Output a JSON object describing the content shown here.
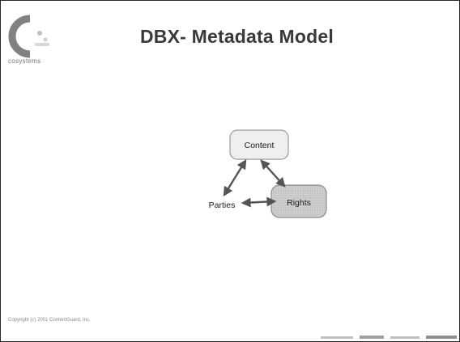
{
  "slide": {
    "title": "DBX- Metadata Model",
    "logo_text": "cosystems",
    "copyright": "Copyright (c) 2001 ContentGuard, Inc."
  },
  "diagram": {
    "nodes": {
      "content": {
        "label": "Content",
        "fill": "#efefef",
        "stroke": "#9a9a9a"
      },
      "rights": {
        "label": "Rights",
        "fill": "#cfcfcf",
        "stroke": "#8a8a8a"
      },
      "parties": {
        "label": "Parties"
      }
    },
    "edges": [
      {
        "from": "content",
        "to": "parties",
        "bidirectional": true
      },
      {
        "from": "content",
        "to": "rights",
        "bidirectional": true
      },
      {
        "from": "parties",
        "to": "rights",
        "bidirectional": true
      }
    ],
    "arrow_color": "#555555"
  }
}
